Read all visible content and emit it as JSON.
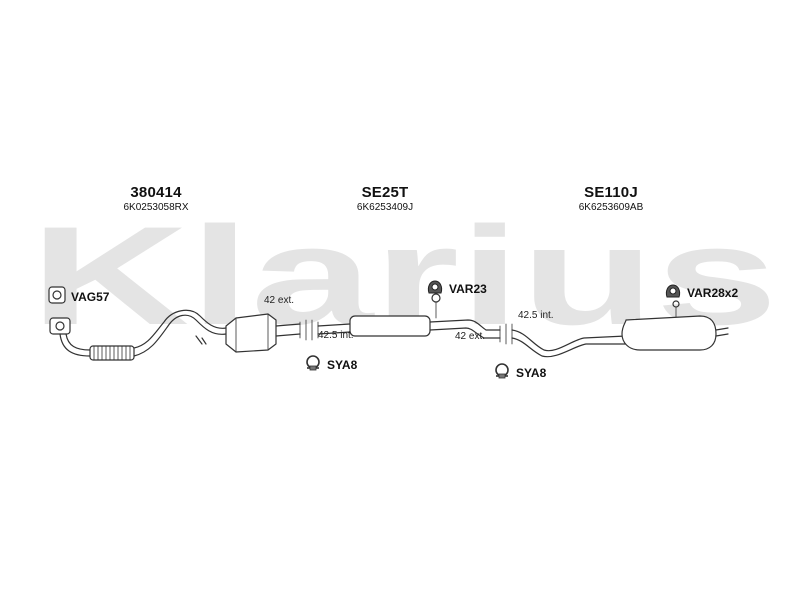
{
  "watermark": {
    "text": "Klarius",
    "color": "#e4e4e4"
  },
  "parts": [
    {
      "number": "380414",
      "oe": "6K0253058RX"
    },
    {
      "number": "SE25T",
      "oe": "6K6253409J"
    },
    {
      "number": "SE110J",
      "oe": "6K6253609AB"
    }
  ],
  "accessories": {
    "vag": {
      "label": "VAG57",
      "icon": "gasket-icon"
    },
    "var23": {
      "label": "VAR23",
      "icon": "rubber-mount-icon"
    },
    "var28": {
      "label": "VAR28x2",
      "icon": "rubber-mount-icon"
    },
    "sya8_left": {
      "label": "SYA8",
      "icon": "clamp-icon"
    },
    "sya8_right": {
      "label": "SYA8",
      "icon": "clamp-icon"
    }
  },
  "dimensions": {
    "d1": "42 ext.",
    "d2": "42.5 int.",
    "d3": "42.5 int.",
    "d4": "42 ext."
  }
}
